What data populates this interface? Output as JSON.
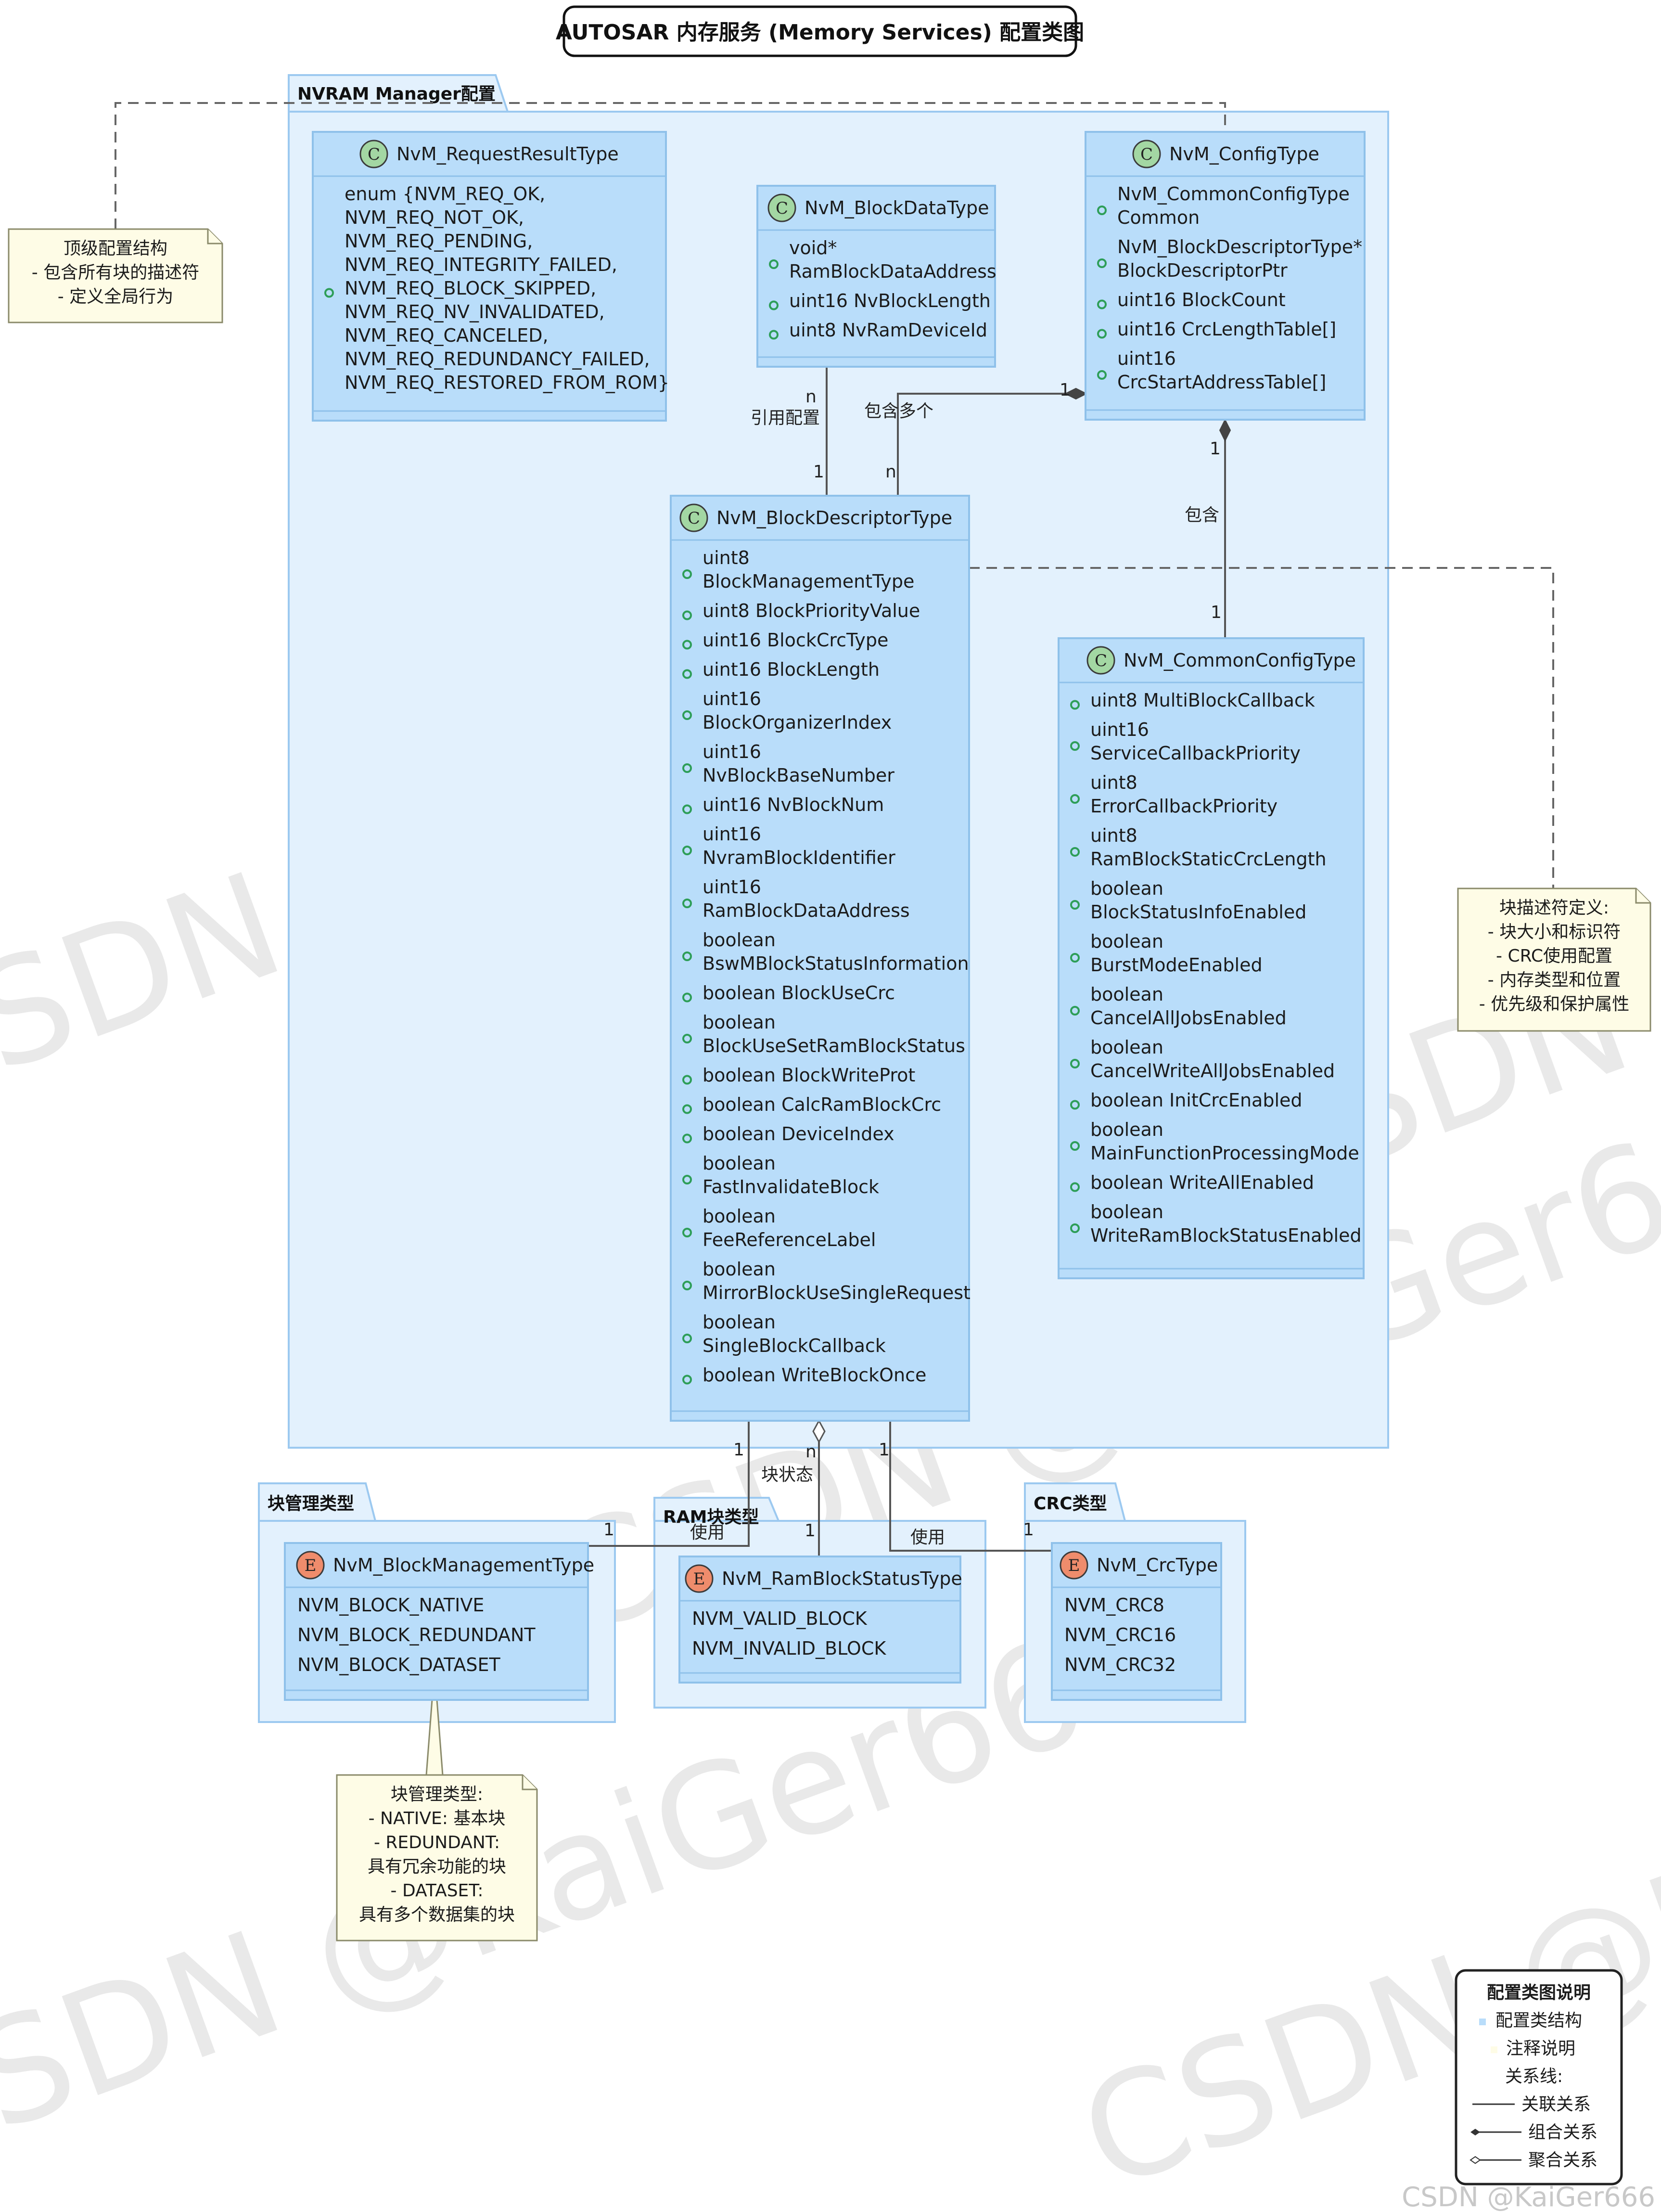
{
  "title": "AUTOSAR 内存服务 (Memory Services) 配置类图",
  "packages": {
    "nvram": "NVRAM Manager配置",
    "block_mgmt": "块管理类型",
    "ram_block": "RAM块类型",
    "crc": "CRC类型"
  },
  "classes": [
    {
      "id": "reqresult",
      "stereo": "C",
      "name": "NvM_RequestResultType",
      "fields": [
        [
          "enum {NVM_REQ_OK,",
          "NVM_REQ_NOT_OK,",
          "NVM_REQ_PENDING,",
          "NVM_REQ_INTEGRITY_FAILED,",
          "NVM_REQ_BLOCK_SKIPPED,",
          "NVM_REQ_NV_INVALIDATED,",
          "NVM_REQ_CANCELED,",
          "NVM_REQ_REDUNDANCY_FAILED,",
          "NVM_REQ_RESTORED_FROM_ROM}"
        ]
      ]
    },
    {
      "id": "blockdata",
      "stereo": "C",
      "name": "NvM_BlockDataType",
      "fields": [
        [
          "void*",
          "RamBlockDataAddress"
        ],
        [
          "uint16 NvBlockLength"
        ],
        [
          "uint8 NvRamDeviceId"
        ]
      ]
    },
    {
      "id": "config",
      "stereo": "C",
      "name": "NvM_ConfigType",
      "fields": [
        [
          "NvM_CommonConfigType",
          "Common"
        ],
        [
          "NvM_BlockDescriptorType*",
          "BlockDescriptorPtr"
        ],
        [
          "uint16 BlockCount"
        ],
        [
          "uint16 CrcLengthTable[]"
        ],
        [
          "uint16",
          "CrcStartAddressTable[]"
        ]
      ]
    },
    {
      "id": "blockdesc",
      "stereo": "C",
      "name": "NvM_BlockDescriptorType",
      "fields": [
        [
          "uint8",
          "BlockManagementType"
        ],
        [
          "uint8 BlockPriorityValue"
        ],
        [
          "uint16 BlockCrcType"
        ],
        [
          "uint16 BlockLength"
        ],
        [
          "uint16",
          "BlockOrganizerIndex"
        ],
        [
          "uint16",
          "NvBlockBaseNumber"
        ],
        [
          "uint16 NvBlockNum"
        ],
        [
          "uint16",
          "NvramBlockIdentifier"
        ],
        [
          "uint16",
          "RamBlockDataAddress"
        ],
        [
          "boolean",
          "BswMBlockStatusInformation"
        ],
        [
          "boolean BlockUseCrc"
        ],
        [
          "boolean",
          "BlockUseSetRamBlockStatus"
        ],
        [
          "boolean BlockWriteProt"
        ],
        [
          "boolean CalcRamBlockCrc"
        ],
        [
          "boolean DeviceIndex"
        ],
        [
          "boolean",
          "FastInvalidateBlock"
        ],
        [
          "boolean",
          "FeeReferenceLabel"
        ],
        [
          "boolean",
          "MirrorBlockUseSingleRequest"
        ],
        [
          "boolean",
          "SingleBlockCallback"
        ],
        [
          "boolean WriteBlockOnce"
        ]
      ]
    },
    {
      "id": "common",
      "stereo": "C",
      "name": "NvM_CommonConfigType",
      "fields": [
        [
          "uint8 MultiBlockCallback"
        ],
        [
          "uint16",
          "ServiceCallbackPriority"
        ],
        [
          "uint8",
          "ErrorCallbackPriority"
        ],
        [
          "uint8",
          "RamBlockStaticCrcLength"
        ],
        [
          "boolean",
          "BlockStatusInfoEnabled"
        ],
        [
          "boolean",
          "BurstModeEnabled"
        ],
        [
          "boolean",
          "CancelAllJobsEnabled"
        ],
        [
          "boolean",
          "CancelWriteAllJobsEnabled"
        ],
        [
          "boolean InitCrcEnabled"
        ],
        [
          "boolean",
          "MainFunctionProcessingMode"
        ],
        [
          "boolean WriteAllEnabled"
        ],
        [
          "boolean",
          "WriteRamBlockStatusEnabled"
        ]
      ]
    },
    {
      "id": "blockmgmt",
      "stereo": "E",
      "name": "NvM_BlockManagementType",
      "literals": [
        "NVM_BLOCK_NATIVE",
        "NVM_BLOCK_REDUNDANT",
        "NVM_BLOCK_DATASET"
      ]
    },
    {
      "id": "ramstatus",
      "stereo": "E",
      "name": "NvM_RamBlockStatusType",
      "literals": [
        "NVM_VALID_BLOCK",
        "NVM_INVALID_BLOCK"
      ]
    },
    {
      "id": "crctype",
      "stereo": "E",
      "name": "NvM_CrcType",
      "literals": [
        "NVM_CRC8",
        "NVM_CRC16",
        "NVM_CRC32"
      ]
    }
  ],
  "relations": [
    {
      "id": "ref-config",
      "label": "引用配置",
      "m_source": "n",
      "m_target": "1"
    },
    {
      "id": "contains-many",
      "label": "包含多个",
      "m_source": "1",
      "m_target": "n"
    },
    {
      "id": "contains",
      "label": "包含",
      "m_source": "1",
      "m_target": "1"
    },
    {
      "id": "use-mgmt",
      "label": "使用",
      "m_source": "1",
      "m_target": "1"
    },
    {
      "id": "block-status",
      "label": "块状态",
      "m_source": "n",
      "m_target": "1"
    },
    {
      "id": "use-crc",
      "label": "使用",
      "m_source": "1",
      "m_target": "1"
    }
  ],
  "notes": [
    {
      "id": "note-top",
      "lines": [
        "顶级配置结构",
        "- 包含所有块的描述符",
        "- 定义全局行为"
      ]
    },
    {
      "id": "note-desc",
      "lines": [
        "块描述符定义:",
        "- 块大小和标识符",
        "- CRC使用配置",
        "- 内存类型和位置",
        "- 优先级和保护属性"
      ]
    },
    {
      "id": "note-mgmt",
      "lines": [
        "块管理类型:",
        "- NATIVE: 基本块",
        "- REDUNDANT:",
        "具有冗余功能的块",
        "- DATASET:",
        "具有多个数据集的块"
      ]
    }
  ],
  "legend": {
    "title": "配置类图说明",
    "items": [
      "配置类结构",
      "注释说明",
      "关系线:",
      "关联关系",
      "组合关系",
      "聚合关系"
    ]
  },
  "watermark": "CSDN @KaiGer666",
  "colors": {
    "package_fill": "#e3f1fd",
    "package_stroke": "#9cc9f0",
    "class_fill": "#b9ddfa",
    "class_stroke": "#8fc1ea",
    "note_fill": "#fefce6",
    "note_stroke": "#8a8a6a",
    "circle_c": "#a3d7a3",
    "circle_e": "#ef8c6c",
    "field_dot": "#2e9e58",
    "line": "#555555"
  }
}
